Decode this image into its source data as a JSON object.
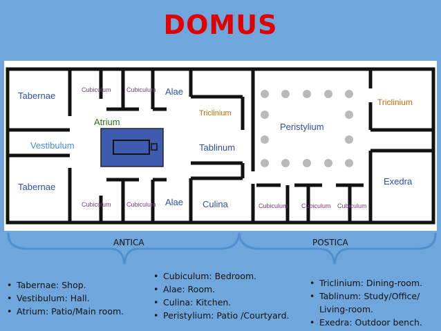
{
  "title": "DOMUS",
  "plan": {
    "rooms": {
      "tabernae_top": "Tabernae",
      "tabernae_bottom": "Tabernae",
      "vestibulum": "Vestibulum",
      "atrium": "Atrium",
      "cubiculum_1": "Cubiculum",
      "cubiculum_2": "Cubiculum",
      "cubiculum_3": "Cubiculum",
      "cubiculum_4": "Cubiculum",
      "cubiculum_5": "Cubiculum",
      "cubiculum_6": "Cubiculum",
      "cubiculum_7": "Cubiculum",
      "alae_top": "Alae",
      "alae_bottom": "Alae",
      "triclinium_left": "Triclinium",
      "triclinium_right": "Triclinium",
      "tablinum": "Tablinum",
      "culina": "Culina",
      "peristylium": "Peristylium",
      "exedra": "Exedra"
    },
    "colors": {
      "label_blue": "#2f4e9e",
      "label_purple": "#7a3a7a",
      "label_orange": "#c66a00",
      "label_green": "#2e6b1f",
      "pool": "#3e5bb0",
      "column": "#b9b9b9"
    }
  },
  "sections": {
    "antica": "ANTICA",
    "postica": "POSTICA"
  },
  "definitions": {
    "col1": [
      "Tabernae: Shop.",
      "Vestibulum: Hall.",
      "Atrium: Patio/Main room."
    ],
    "col2": [
      "Cubiculum: Bedroom.",
      "Alae: Room.",
      "Culina: Kitchen.",
      "Peristylium: Patio /Courtyard."
    ],
    "col3": [
      "Triclinium: Dining-room.",
      "Tablinum: Study/Office/ Living-room.",
      "Exedra: Outdoor bench."
    ]
  }
}
